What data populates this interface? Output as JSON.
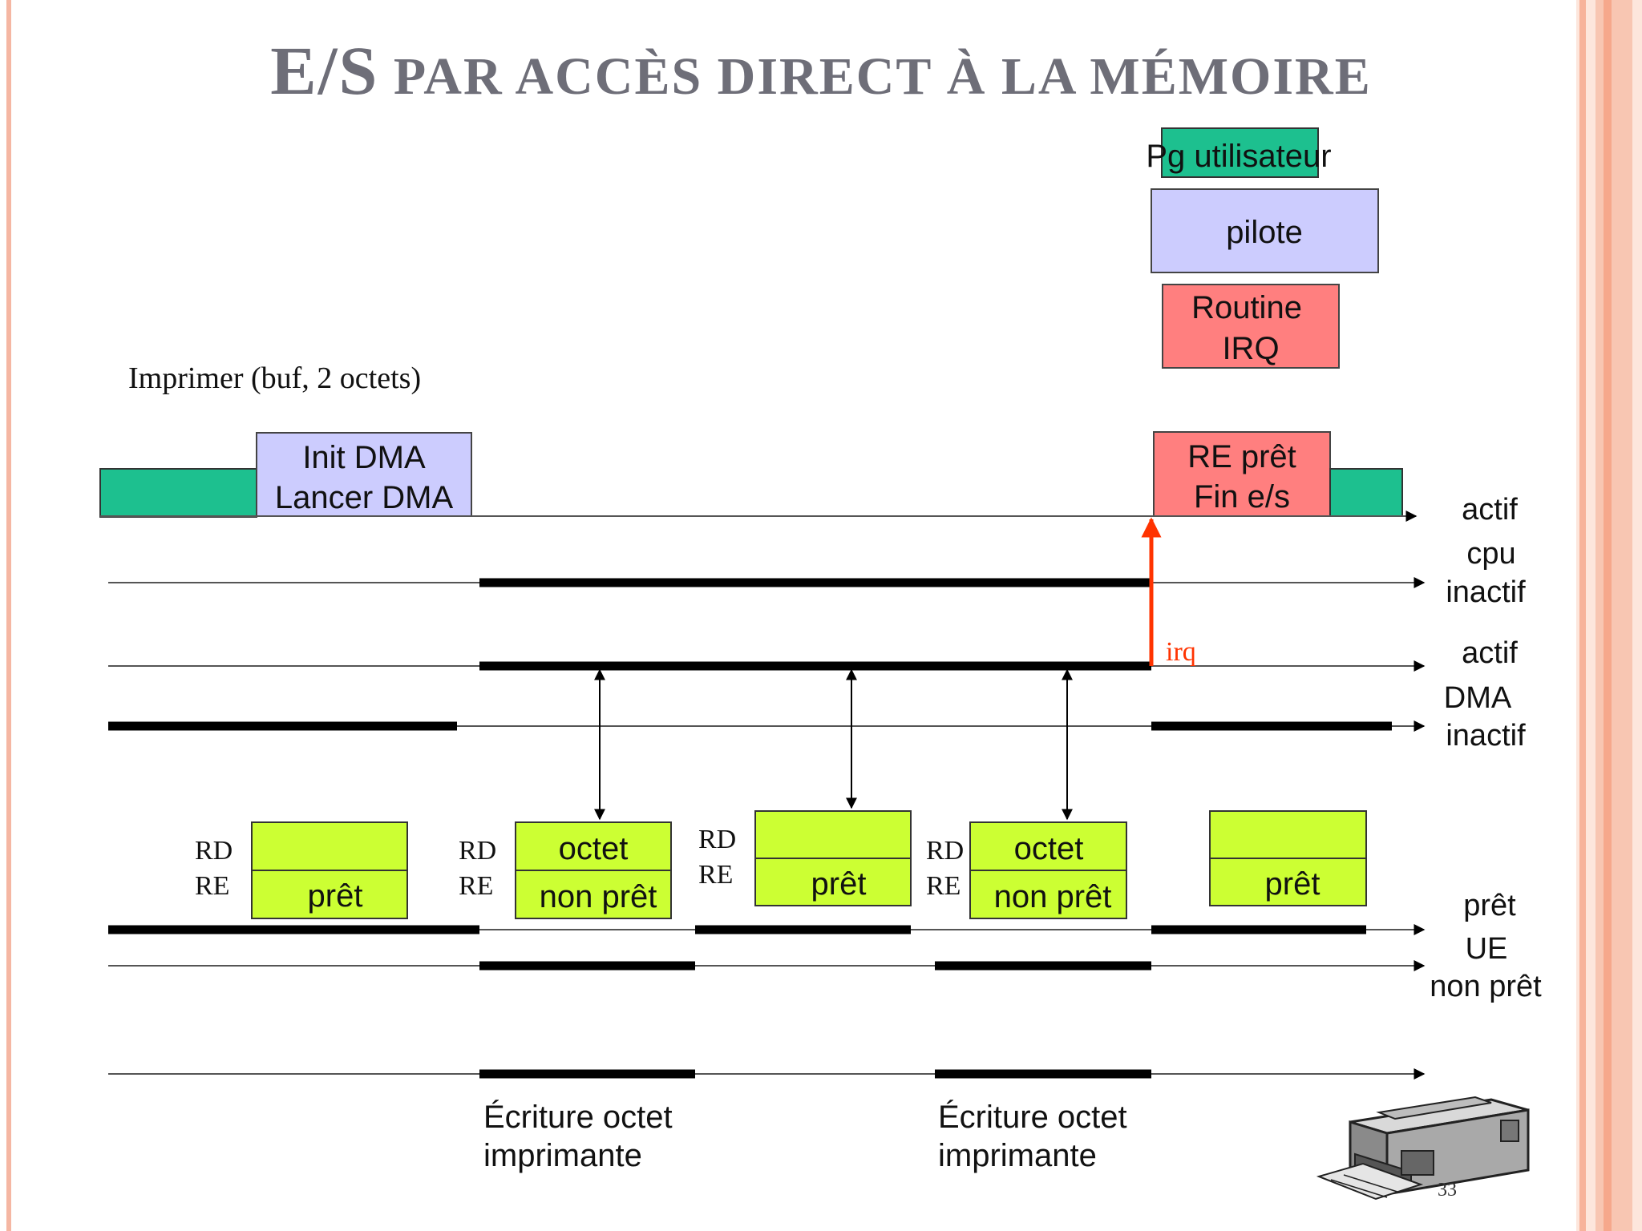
{
  "slide": {
    "title_big": "E/S",
    "title_rest": " PAR ACCÈS DIRECT À LA MÉMOIRE",
    "page_number": "33"
  },
  "diagram": {
    "top_boxes": {
      "user_program": "Pg utilisateur",
      "driver": "pilote",
      "irq_routine_l1": "Routine",
      "irq_routine_l2": "IRQ"
    },
    "call_label": "Imprimer (buf, 2 octets)",
    "cpu_boxes": {
      "init_l1": "Init DMA",
      "init_l2": "Lancer DMA",
      "end_l1": "RE prêt",
      "end_l2": "Fin e/s"
    },
    "lane_labels": {
      "actif_cpu": "actif",
      "cpu": "cpu",
      "inactif_cpu": "inactif",
      "actif_dma": "actif",
      "dma": "DMA",
      "inactif_dma": "inactif",
      "pret": "prêt",
      "ue": "UE",
      "non_pret": "non prêt"
    },
    "irq_label": "irq",
    "registers": {
      "rd": "RD",
      "re": "RE",
      "octet": "octet",
      "pret": "prêt",
      "non_pret": "non prêt"
    },
    "write_label_l1": "Écriture octet",
    "write_label_l2": "imprimante",
    "colors": {
      "user": "#1dc08f",
      "driver": "#ccccfe",
      "irq": "#ff7f7f",
      "register": "#ccff33",
      "irq_arrow": "#ff3300"
    }
  }
}
